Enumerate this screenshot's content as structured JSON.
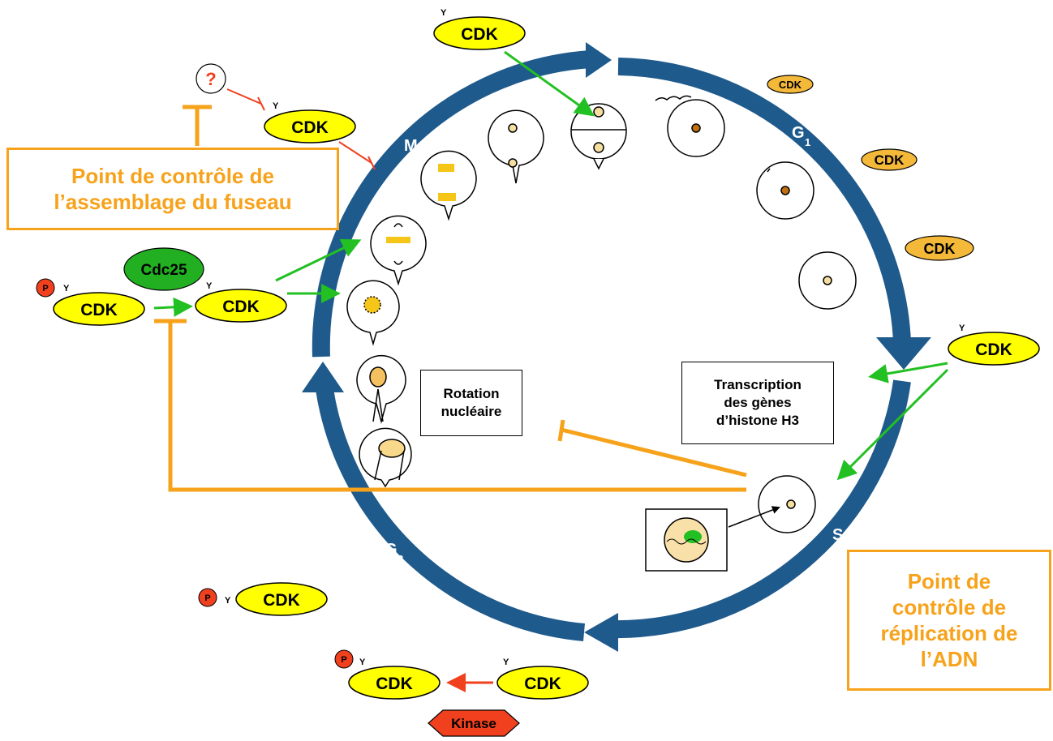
{
  "phases": {
    "m": "M",
    "g1": "G",
    "g1_sub": "1",
    "s": "S",
    "g2": "G",
    "g2_sub": "2"
  },
  "cdk": "CDK",
  "y": "Y",
  "p": "P",
  "cdc25": "Cdc25",
  "kinase": "Kinase",
  "question": "?",
  "rotation": [
    "Rotation",
    "nucléaire"
  ],
  "transcription": [
    "Transcription",
    "des gènes",
    "d’histone H3"
  ],
  "spindle_checkpoint": [
    "Point de contrôle de",
    "l’assemblage du fuseau"
  ],
  "replication_checkpoint": [
    "Point de",
    "contrôle de",
    "réplication de",
    "l’ADN"
  ],
  "colors": {
    "ring": "#1f5a8c",
    "orange": "#f7a21b",
    "green": "#22c022",
    "red": "#f0401e",
    "yellow": "#ffff00",
    "cdk_orange": "#f5b93a",
    "cdc25_green": "#22b022"
  }
}
